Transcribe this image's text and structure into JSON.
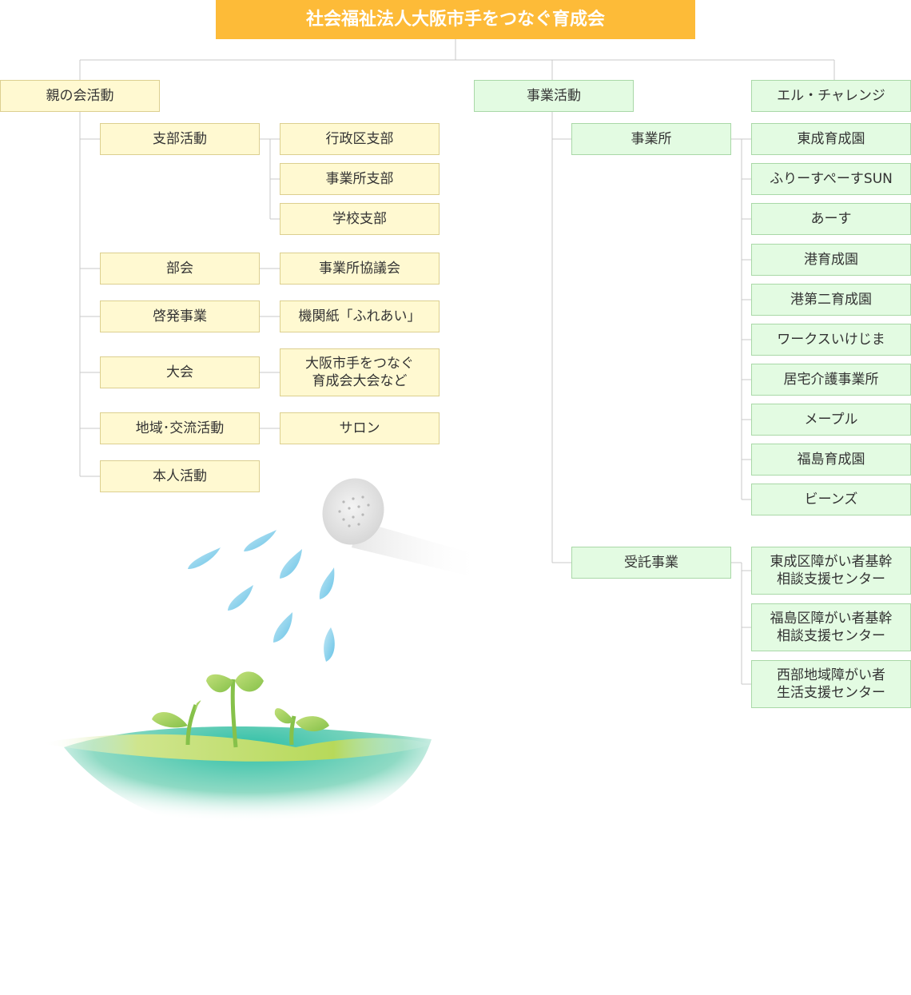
{
  "root": {
    "label": "社会福祉法人大阪市手をつなぐ育成会"
  },
  "oya": {
    "label": "親の会活動",
    "shibu": {
      "label": "支部活動",
      "children": [
        "行政区支部",
        "事業所支部",
        "学校支部"
      ]
    },
    "bukai": {
      "label": "部会",
      "child": "事業所協議会"
    },
    "keihatsu": {
      "label": "啓発事業",
      "child": "機関紙「ふれあい」"
    },
    "taikai": {
      "label": "大会",
      "child": "大阪市手をつなぐ\n育成会大会など"
    },
    "chiiki": {
      "label": "地域･交流活動",
      "child": "サロン"
    },
    "honnin": {
      "label": "本人活動"
    }
  },
  "jigyo": {
    "label": "事業活動",
    "jigyosho": {
      "label": "事業所",
      "children": [
        "東成育成園",
        "ふりーすぺーすSUN",
        "あーす",
        "港育成園",
        "港第二育成園",
        "ワークスいけじま",
        "居宅介護事業所",
        "メープル",
        "福島育成園",
        "ビーンズ"
      ]
    },
    "jutaku": {
      "label": "受託事業",
      "children": [
        "東成区障がい者基幹\n相談支援センター",
        "福島区障がい者基幹\n相談支援センター",
        "西部地域障がい者\n生活支援センター"
      ]
    }
  },
  "el": {
    "label": "エル・チャレンジ"
  },
  "colors": {
    "root_bg": "#fdbb38",
    "yellow_box": "#fff9d1",
    "green_box": "#e3fbe2",
    "connector": "#c8c8c8"
  }
}
